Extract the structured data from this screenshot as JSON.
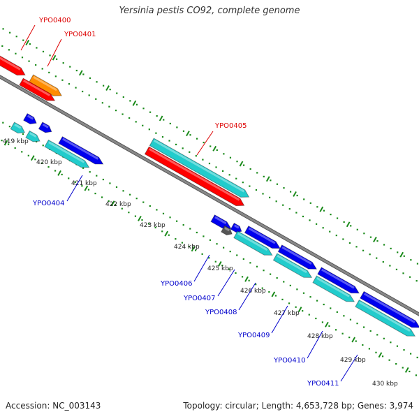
{
  "title": "Yersinia pestis CO92, complete genome",
  "footer": {
    "accession": "Accession: NC_003143",
    "summary": "Topology: circular; Length: 4,653,728 bp; Genes: 3,974"
  },
  "colors": {
    "backbone": "#888888",
    "ticks": "#1a8a1a",
    "red": "#ff0000",
    "orange": "#ff8c00",
    "blue": "#0000ee",
    "cyan": "#22cccc",
    "gray": "#555555",
    "label_red": "#dd0000",
    "label_blue": "#0000cc"
  },
  "scale_labels": [
    "419 kbp",
    "420 kbp",
    "421 kbp",
    "422 kbp",
    "423 kbp",
    "424 kbp",
    "425 kbp",
    "426 kbp",
    "427 kbp",
    "428 kbp",
    "429 kbp",
    "430 kbp"
  ],
  "gene_labels": [
    {
      "text": "YPO0400",
      "color": "red"
    },
    {
      "text": "YPO0401",
      "color": "red"
    },
    {
      "text": "YPO0405",
      "color": "red"
    },
    {
      "text": "YPO0404",
      "color": "blue"
    },
    {
      "text": "YPO0406",
      "color": "blue"
    },
    {
      "text": "YPO0407",
      "color": "blue"
    },
    {
      "text": "YPO0408",
      "color": "blue"
    },
    {
      "text": "YPO0409",
      "color": "blue"
    },
    {
      "text": "YPO0410",
      "color": "blue"
    },
    {
      "text": "YPO0411",
      "color": "blue"
    }
  ]
}
